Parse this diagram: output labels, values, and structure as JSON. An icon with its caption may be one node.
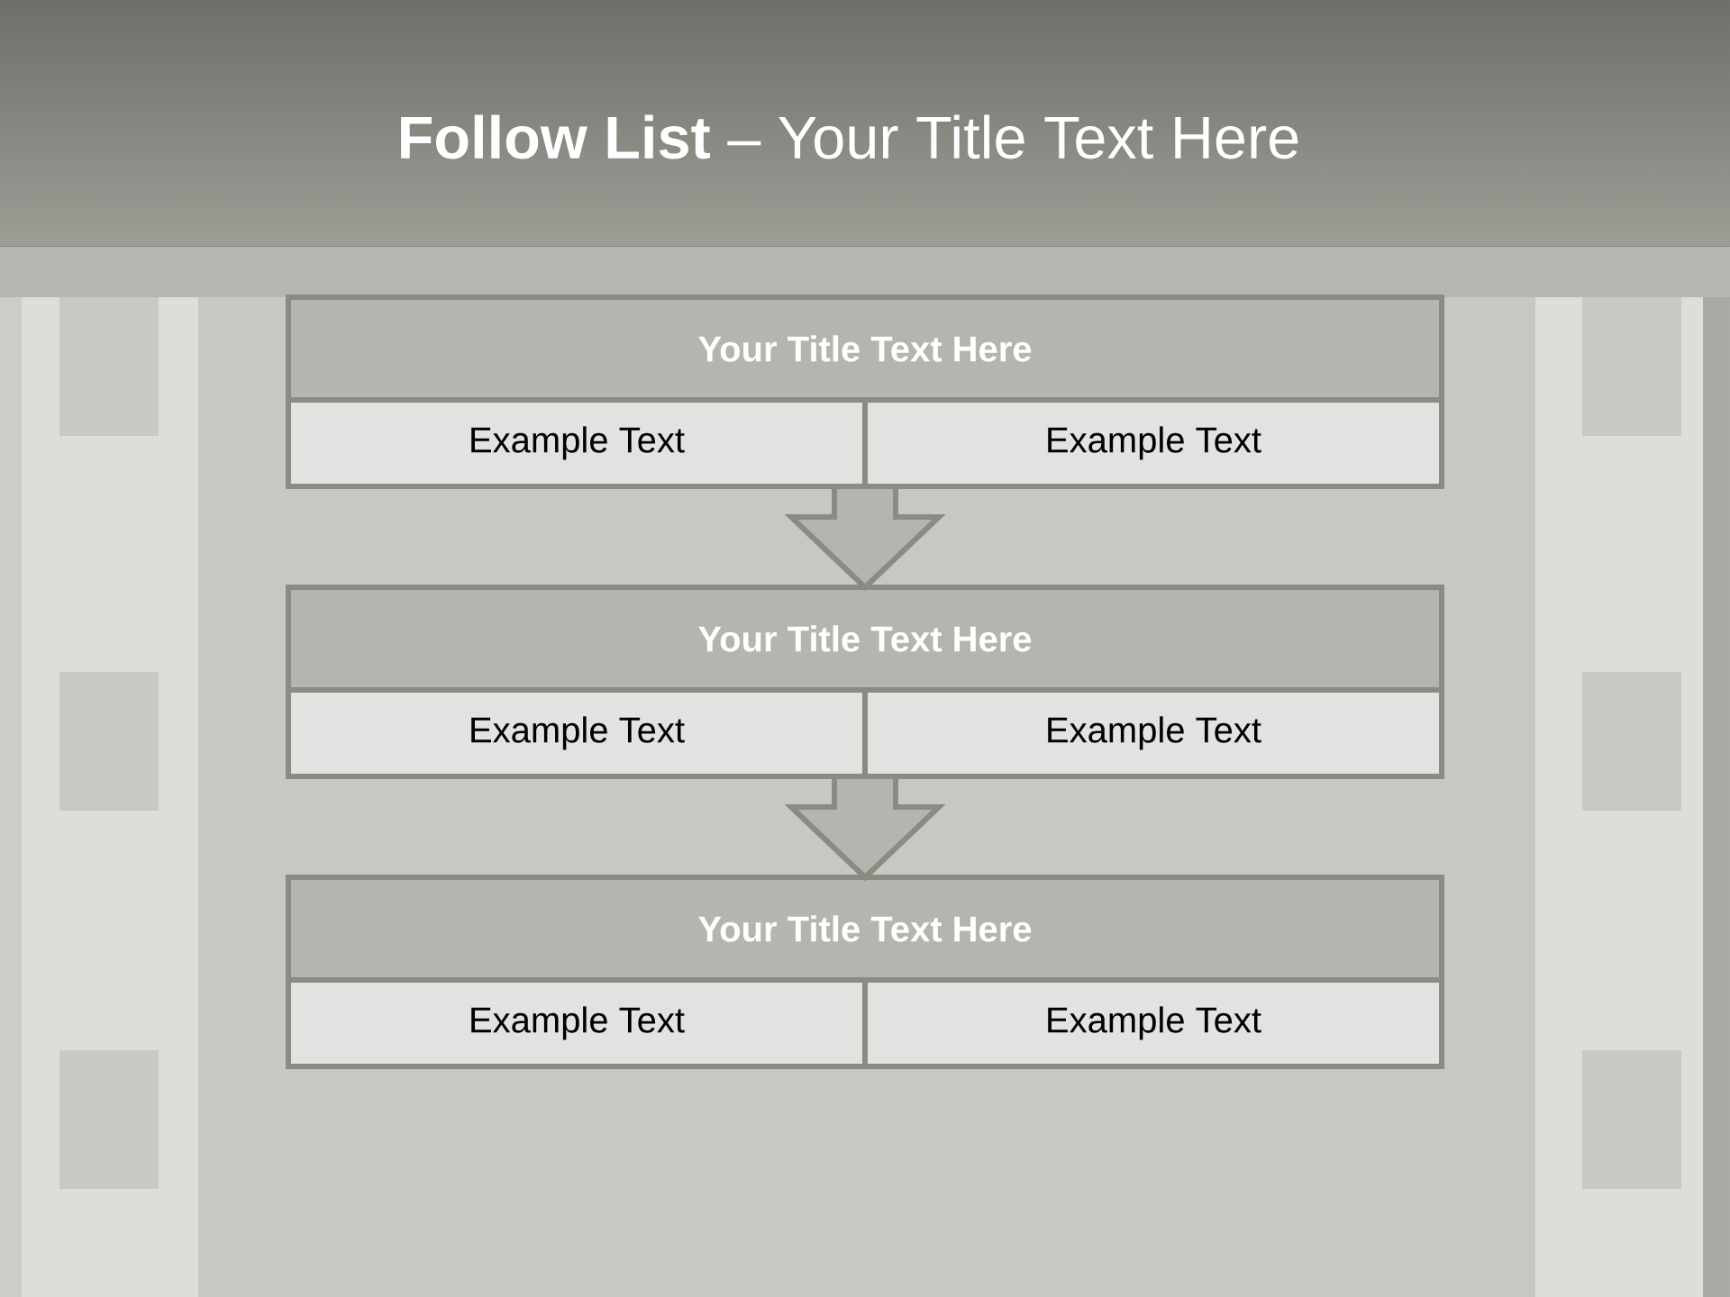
{
  "diagram": {
    "title": "**Follow List**  – Your Title Text Here",
    "nodes": [
      {
        "text": [
          "Your Title Text Here"
        ]
      },
      {
        "text": [
          "Example Text"
        ],
        "in": 0
      },
      {
        "text": [
          "Example Text"
        ],
        "in": 0
      },
      {
        "text": [
          "Your Title Text Here"
        ]
      },
      {
        "text": [
          "Example Text"
        ],
        "in": 3
      },
      {
        "text": [
          "Example Text"
        ],
        "in": 3
      },
      {
        "text": [
          "Your Title Text Here"
        ]
      },
      {
        "text": [
          "Example Text"
        ],
        "in": 6
      },
      {
        "text": [
          "Example Text"
        ],
        "in": 6
      }
    ],
    "edges": [
      {
        "from": 0,
        "to": 3,
        "arrow": "to"
      },
      {
        "from": 3,
        "to": 6,
        "arrow": "to"
      }
    ]
  }
}
